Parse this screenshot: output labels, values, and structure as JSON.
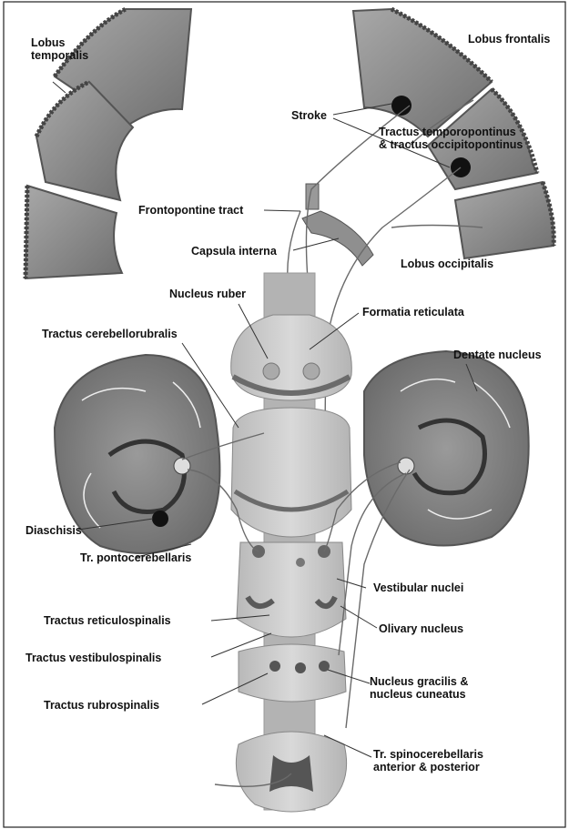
{
  "labels": {
    "lobus_temporalis": "Lobus\ntemporalis",
    "lobus_frontalis": "Lobus frontalis",
    "stroke": "Stroke",
    "tractus_temporopontinus": "Tractus temporopontinus\n& tractus occipitopontinus",
    "frontopontine_tract": "Frontopontine tract",
    "capsula_interna": "Capsula interna",
    "lobus_occipitalis": "Lobus occipitalis",
    "nucleus_ruber": "Nucleus ruber",
    "formatia_reticulata": "Formatia reticulata",
    "tractus_cerebellorubralis": "Tractus cerebellorubralis",
    "dentate_nucleus": "Dentate nucleus",
    "diaschisis": "Diaschisis",
    "tr_pontocerebellaris": "Tr. pontocerebellaris",
    "vestibular_nuclei": "Vestibular nuclei",
    "tractus_reticulospinalis": "Tractus reticulospinalis",
    "olivary_nucleus": "Olivary nucleus",
    "tractus_vestibulospinalis": "Tractus vestibulospinalis",
    "nucleus_gracilis": "Nucleus gracilis &\nnucleus cuneatus",
    "tractus_rubrospinalis": "Tractus rubrospinalis",
    "tr_spinocerebellaris": "Tr. spinocerebellaris\nanterior & posterior"
  },
  "colors": {
    "cortex": "#8c8c8c",
    "cortex_edge": "#5a5a5a",
    "cerebellum": "#7d7d7d",
    "brainstem": "#c8c8c8",
    "brainstem_dark": "#6e6e6e",
    "lesion": "#111111",
    "leader": "#333333"
  }
}
